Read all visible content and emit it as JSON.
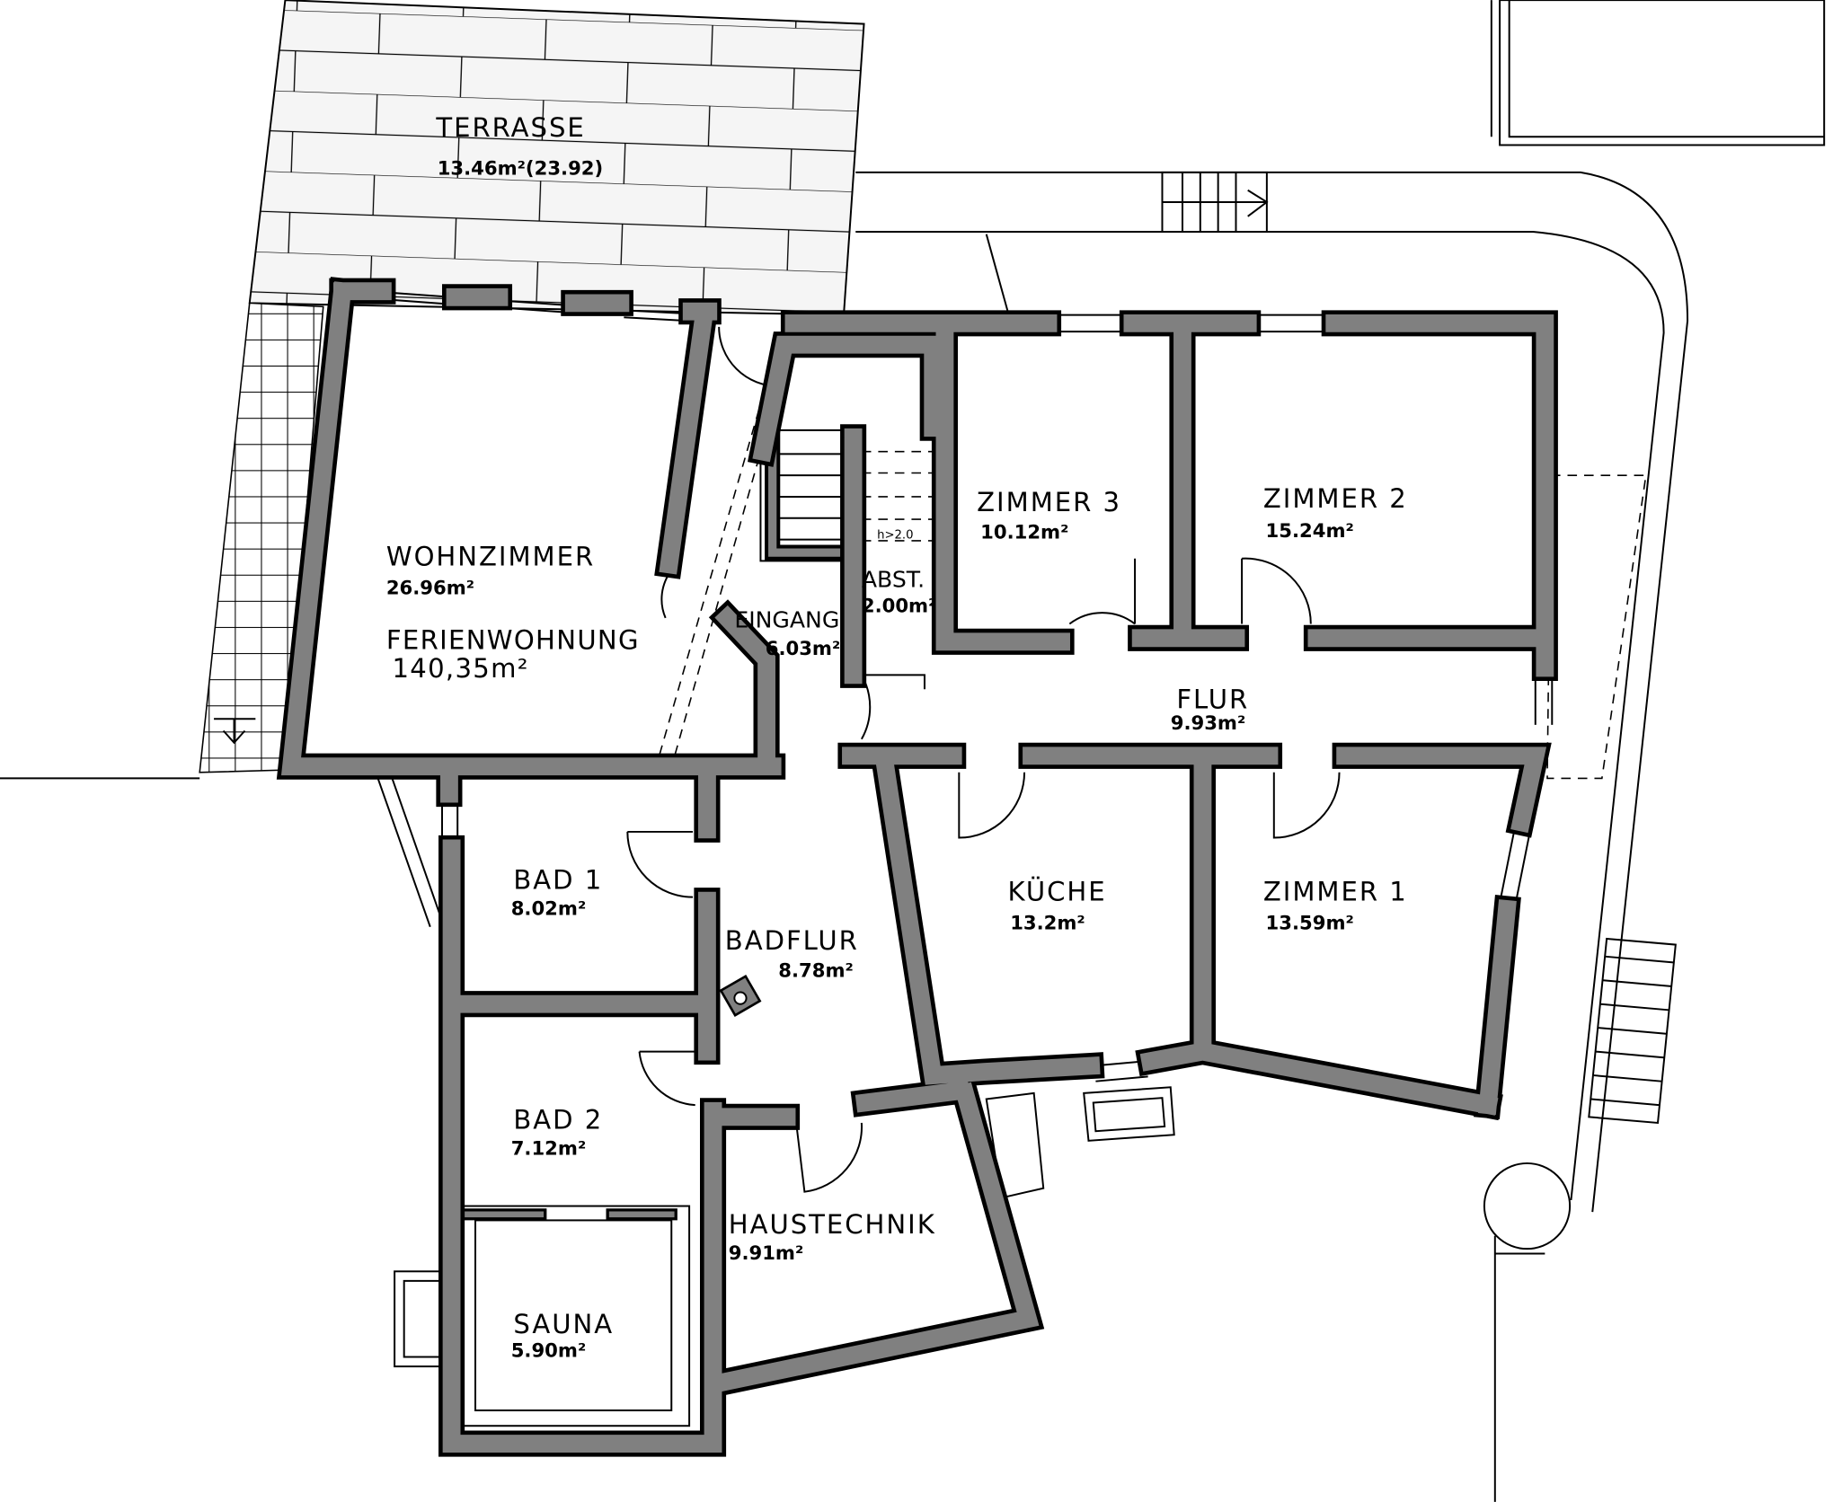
{
  "plan": {
    "terrace": {
      "name": "TERRASSE",
      "area": "13.46m²(23.92)"
    },
    "apartment": {
      "name": "FERIENWOHNUNG",
      "area": "140,35m²"
    },
    "rooms": [
      {
        "name": "WOHNZIMMER",
        "area": "26.96m²"
      },
      {
        "name": "EINGANG",
        "area": "6.03m²"
      },
      {
        "name": "ABST.",
        "area": "2.00m²"
      },
      {
        "name": "ZIMMER  3",
        "area": "10.12m²"
      },
      {
        "name": "ZIMMER  2",
        "area": "15.24m²"
      },
      {
        "name": "FLUR",
        "area": "9.93m²"
      },
      {
        "name": "KÜCHE",
        "area": "13.2m²"
      },
      {
        "name": "ZIMMER  1",
        "area": "13.59m²"
      },
      {
        "name": "BAD  1",
        "area": "8.02m²"
      },
      {
        "name": "BADFLUR",
        "area": "8.78m²"
      },
      {
        "name": "BAD  2",
        "area": "7.12m²"
      },
      {
        "name": "HAUSTECHNIK",
        "area": "9.91m²"
      },
      {
        "name": "SAUNA",
        "area": "5.90m²"
      }
    ],
    "stair_note": "h>2.0",
    "colors": {
      "wall_fill": "#808080",
      "wall_outline": "#000000",
      "terrace_fill": "#f5f5f5"
    }
  }
}
